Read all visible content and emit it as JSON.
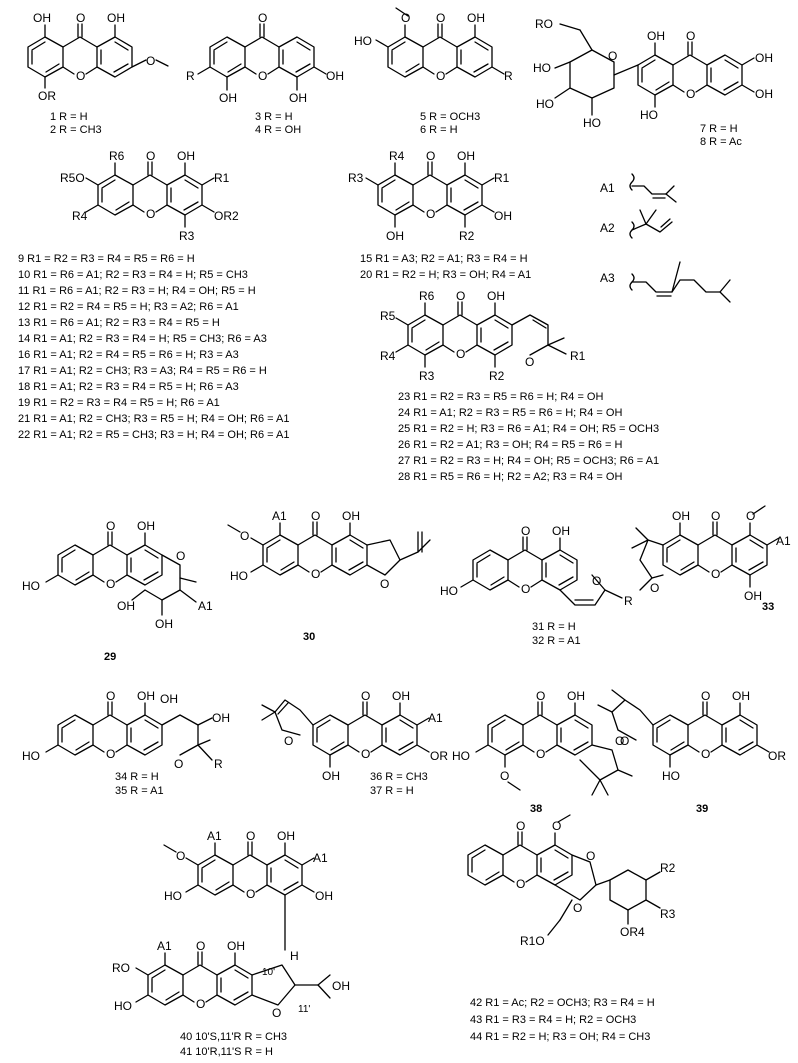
{
  "labels": {
    "c1": "1 R = H",
    "c2": "2 R = CH3",
    "c3": "3 R = H",
    "c4": "4 R = OH",
    "c5": "5 R = OCH3",
    "c6": "6 R = H",
    "c7": "7 R = H",
    "c8": "8 R = Ac",
    "c15": "15 R1 = A3; R2 = A1; R3 = R4 = H",
    "c20": "20 R1 = R2 = H; R3 = OH; R4 = A1",
    "c29": "29",
    "c30": "30",
    "c31": "31 R = H",
    "c32": "32 R = A1",
    "c33": "33",
    "c34": "34 R = H",
    "c35": "35 R = A1",
    "c36": "36 R = CH3",
    "c37": "37 R = H",
    "c38": "38",
    "c39": "39",
    "c40": "40 10'S,11'R R = CH3",
    "c41": "41 10'R,11'S R = H"
  },
  "substituents": {
    "a1": "A1",
    "a2": "A2",
    "a3": "A3"
  },
  "series_9_22": [
    "9  R1 = R2 = R3 = R4 = R5 = R6 = H",
    "10 R1 = R6 = A1; R2 = R3 = R4 = H; R5 = CH3",
    "11 R1 = R6 = A1; R2 = R3 = H; R4 = OH; R5 = H",
    "12 R1 = R2 = R4 = R5 = H; R3 = A2; R6 = A1",
    "13 R1 = R6 = A1; R2 = R3 = R4 = R5 = H",
    "14 R1 = A1; R2 = R3 = R4 = H; R5 = CH3; R6 = A3",
    "16 R1 = A1; R2 = R4 = R5 = R6 = H; R3 = A3",
    "17 R1 = A1; R2 = CH3; R3 = A3; R4 = R5 = R6 = H",
    "18 R1 = A1; R2 = R3 = R4 = R5 = H; R6 = A3",
    "19 R1 = R2 = R3 = R4 = R5 = H; R6 = A1",
    "21 R1 = A1; R2 = CH3; R3 = R5 = H; R4 = OH; R6 = A1",
    "22 R1 = A1; R2 = R5 = CH3; R3 = H; R4 = OH; R6 = A1"
  ],
  "series_23_28": [
    "23 R1 = R2 = R3 = R5 = R6 = H; R4 = OH",
    "24 R1 = A1; R2 = R3 = R5 = R6 = H; R4 = OH",
    "25 R1 = R2 = H; R3 = R6 = A1; R4 = OH; R5 = OCH3",
    "26 R1 = R2 = A1; R3 = OH; R4 = R5 = R6 = H",
    "27 R1 = R2 = R3 = H; R4 = OH; R5 = OCH3; R6 = A1",
    "28 R1 = R5 = R6 = H; R2 = A2; R3 = R4 = OH"
  ],
  "series_42_44": [
    "42 R1 = Ac; R2 = OCH3; R3 = R4 = H",
    "43 R1 = R3 = R4 = H; R2 = OCH3",
    "44 R1 = R2 = H; R3 = OH; R4 = CH3"
  ]
}
